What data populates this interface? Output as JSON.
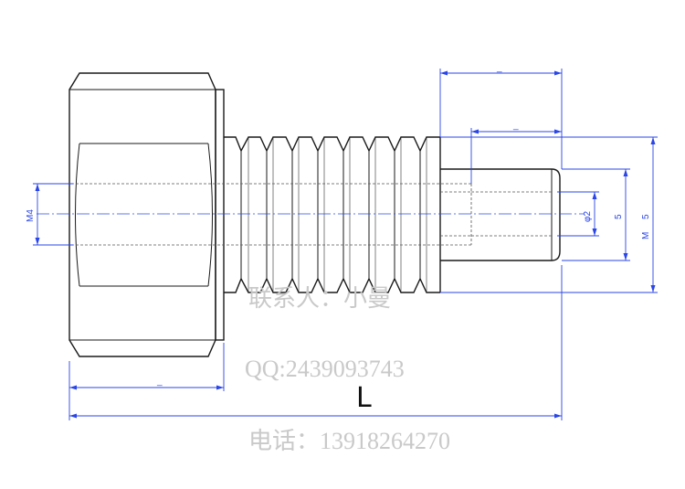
{
  "dimensions": {
    "top_overall": "_",
    "top_pin": "_",
    "head_length": "_",
    "overall_length": "L",
    "thread_inner": "M4",
    "pin_diameter": "φ2",
    "pin_outer": "5",
    "thread_outer_prefix": "M",
    "thread_outer_value": "5"
  },
  "watermark": {
    "contact": "联系人：小曼",
    "qq": "QQ:2439093743",
    "phone": "电话：13918264270"
  },
  "colors": {
    "object_line": "#1a1a1a",
    "dimension_line": "#2a45e8",
    "watermark": "#c9c9c9"
  }
}
